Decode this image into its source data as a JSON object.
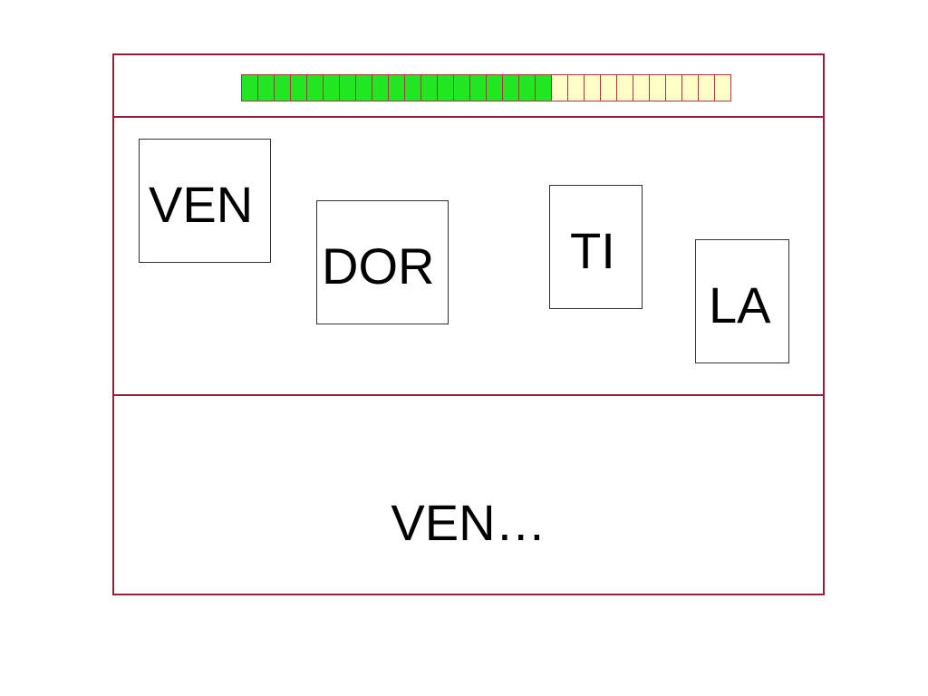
{
  "progress": {
    "completed": 19,
    "total": 30,
    "fill_color": "#22e622",
    "empty_color": "#ffffc8"
  },
  "syllables": [
    {
      "label": "VEN"
    },
    {
      "label": "DOR"
    },
    {
      "label": "TI"
    },
    {
      "label": "LA"
    }
  ],
  "answer": {
    "text": "VEN…"
  },
  "colors": {
    "frame": "#9b1b3a"
  }
}
